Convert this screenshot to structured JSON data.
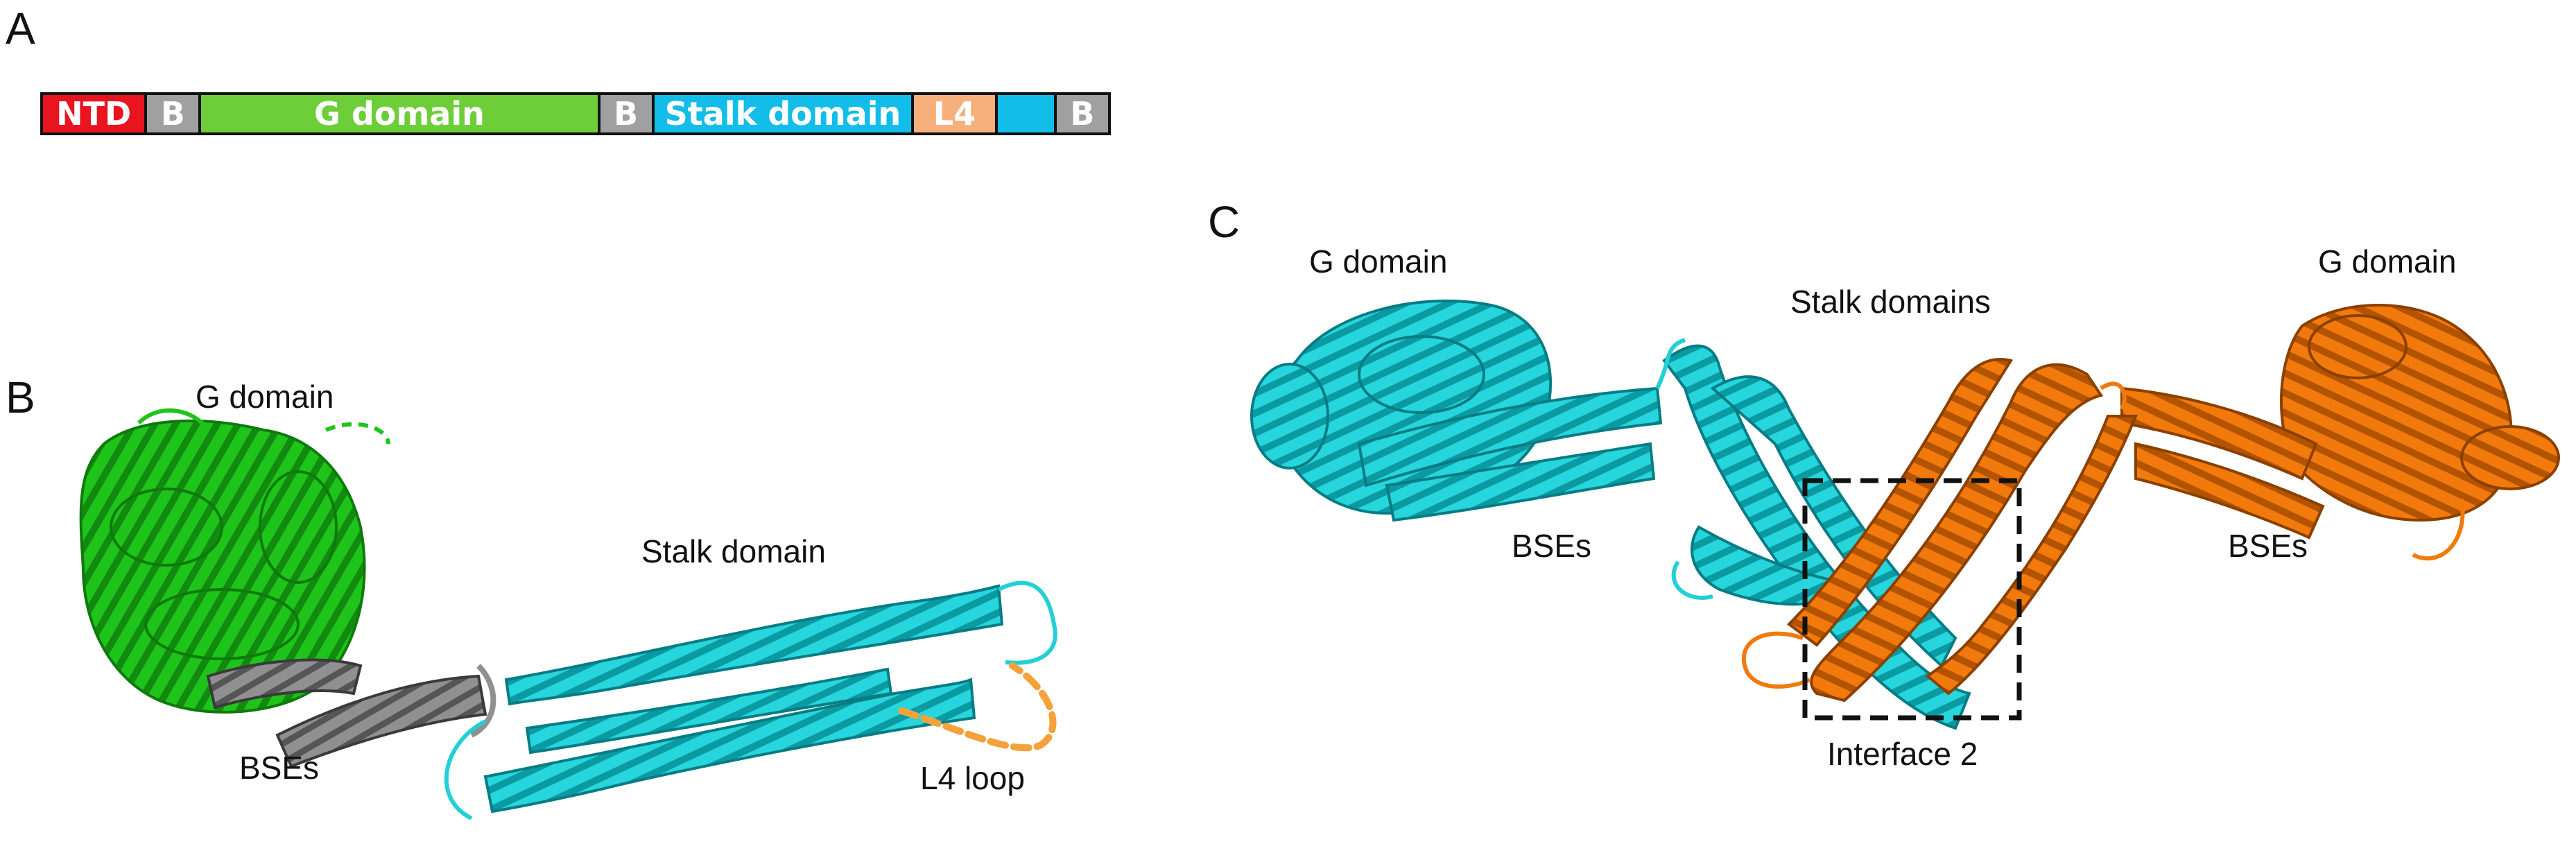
{
  "panels": {
    "a": "A",
    "b": "B",
    "c": "C"
  },
  "domain_bar": [
    {
      "label": "NTD",
      "color": "#e8141f",
      "flex": 148
    },
    {
      "label": "B",
      "color": "#a0a0a0",
      "flex": 75
    },
    {
      "label": "G domain",
      "color": "#6dce3a",
      "flex": 578
    },
    {
      "label": "B",
      "color": "#a0a0a0",
      "flex": 75
    },
    {
      "label": "Stalk domain",
      "color": "#12bde9",
      "flex": 375
    },
    {
      "label": "L4",
      "color": "#f7b07c",
      "flex": 118
    },
    {
      "label": "",
      "color": "#12bde9",
      "flex": 82
    },
    {
      "label": "B",
      "color": "#a0a0a0",
      "flex": 75
    }
  ],
  "panel_b": {
    "g_domain": "G domain",
    "stalk_domain": "Stalk domain",
    "bses": "BSEs",
    "l4_loop": "L4 loop"
  },
  "panel_c": {
    "g_domain_left": "G domain",
    "g_domain_right": "G domain",
    "stalk_domains": "Stalk domains",
    "bses_left": "BSEs",
    "bses_right": "BSEs",
    "interface": "Interface 2"
  },
  "colors": {
    "g_domain_green": "#1fc41a",
    "bse_grey": "#808080",
    "stalk_cyan": "#22d0d6",
    "orange": "#f27a0c",
    "l4_dash": "#f5a23c"
  }
}
